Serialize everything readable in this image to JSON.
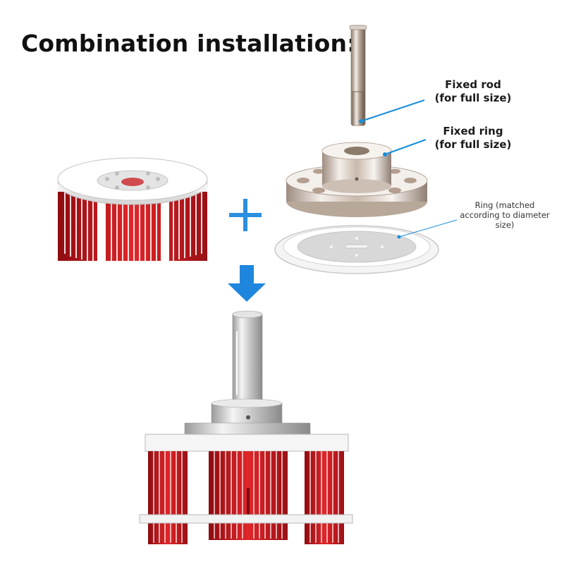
{
  "title": "Combination installation:",
  "labels": {
    "fixed_rod": {
      "line1": "Fixed rod",
      "line2": "(for full size)"
    },
    "fixed_ring": {
      "line1": "Fixed ring",
      "line2": "(for full size)"
    },
    "ring_matched": {
      "line1": "Ring (matched",
      "line2": "according to diameter",
      "line3": "size)"
    }
  },
  "symbols": {
    "plus": "+"
  },
  "colors": {
    "pointer": "#1a8fdc",
    "accent_blue": "#2a8fe0",
    "bristle_red": "#c8181c",
    "metal": "#d8d8d8"
  },
  "icons": [
    "plus-icon",
    "down-arrow-icon"
  ]
}
